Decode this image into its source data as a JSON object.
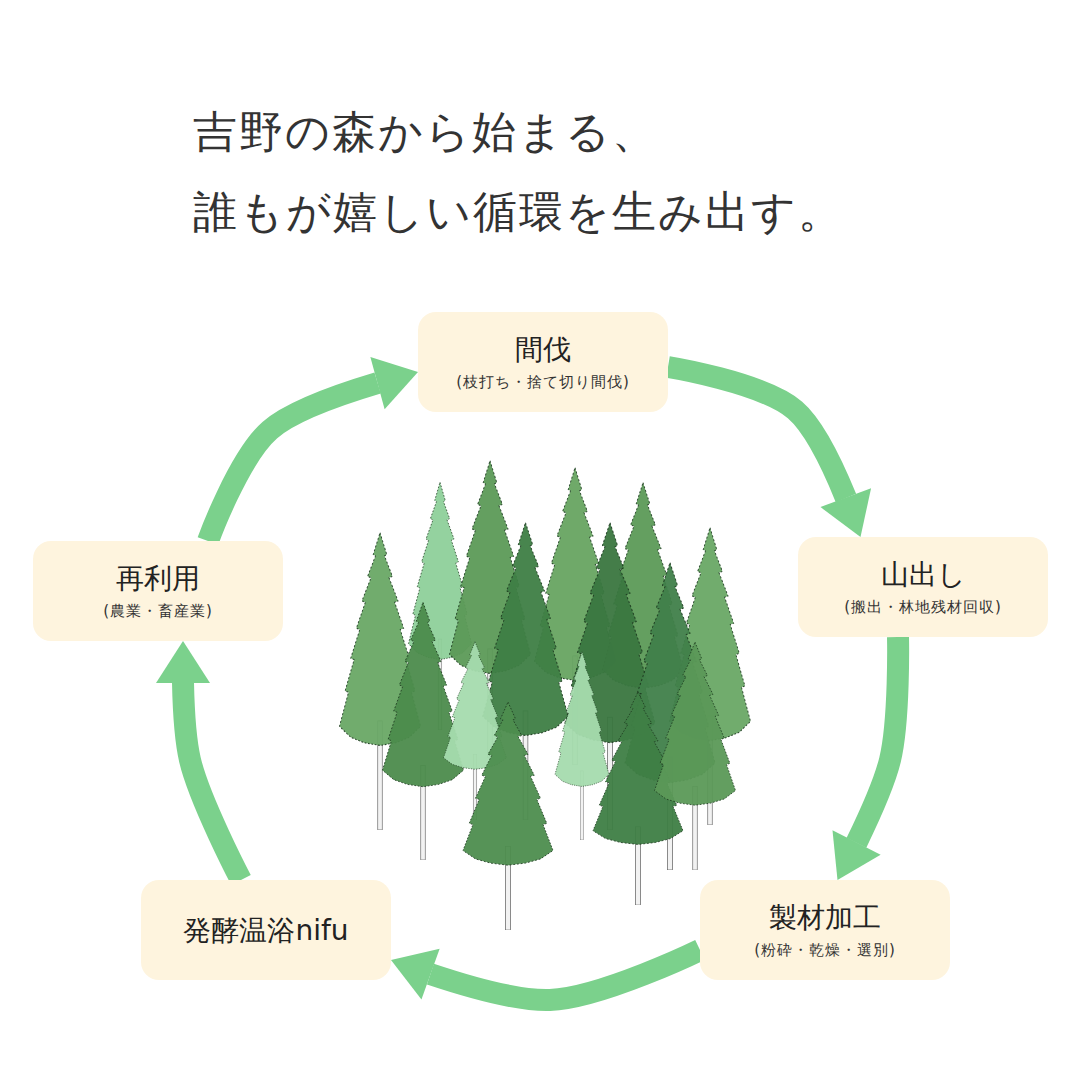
{
  "diagram": {
    "title": "吉野の森から始まる、 誰もが嬉しい循環を生み出す。",
    "nodes": [
      {
        "text": [
          "間伐",
          "(枝打ち・捨て切り間伐)"
        ]
      },
      {
        "text": [
          "山出し",
          "(搬出・林地残材回収)"
        ]
      },
      {
        "text": [
          "製材加工",
          "(粉砕・乾燥・選別)"
        ]
      },
      {
        "text": [
          "発酵温浴nifu"
        ]
      },
      {
        "text": [
          "再利用",
          "(農業・畜産業)"
        ]
      }
    ],
    "edges": [
      {
        "from": 0,
        "to": 1,
        "arrow": "to"
      },
      {
        "from": 1,
        "to": 2,
        "arrow": "to"
      },
      {
        "from": 2,
        "to": 3,
        "arrow": "to"
      },
      {
        "from": 3,
        "to": 4,
        "arrow": "to"
      },
      {
        "from": 4,
        "to": 0,
        "arrow": "to"
      }
    ]
  }
}
